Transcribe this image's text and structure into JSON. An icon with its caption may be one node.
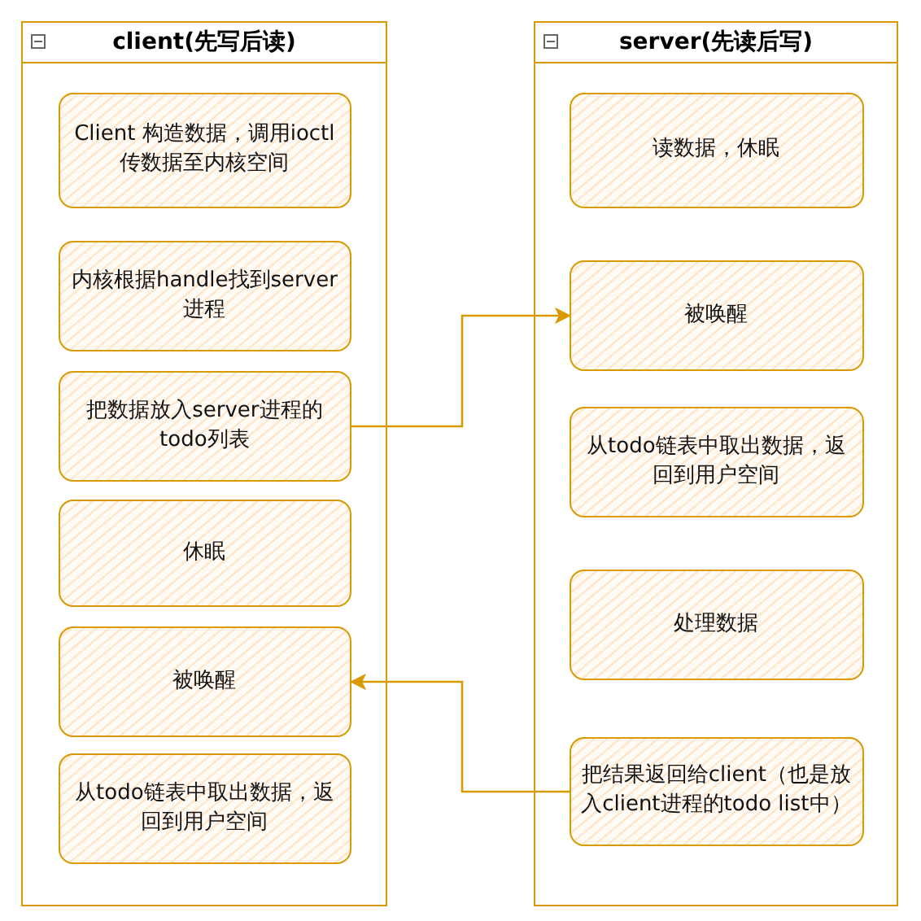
{
  "diagram": {
    "nodes": [
      {
        "text": [
          "client(先写后读)"
        ]
      },
      {
        "text": [
          "Client 构造数据，调用ioctl 传数据至内核空间"
        ],
        "in": 0
      },
      {
        "text": [
          "内核根据handle找到server进程"
        ],
        "in": 0
      },
      {
        "text": [
          "把数据放入server进程的todo列表"
        ],
        "in": 0
      },
      {
        "text": [
          "休眠"
        ],
        "in": 0
      },
      {
        "text": [
          "被唤醒"
        ],
        "in": 0
      },
      {
        "text": [
          "从todo链表中取出数据，返回到用户空间"
        ],
        "in": 0
      },
      {
        "text": [
          "server(先读后写)"
        ]
      },
      {
        "text": [
          "读数据，休眠"
        ],
        "in": 7
      },
      {
        "text": [
          "被唤醒"
        ],
        "in": 7
      },
      {
        "text": [
          "从todo链表中取出数据，返回到用户空间"
        ],
        "in": 7
      },
      {
        "text": [
          "处理数据"
        ],
        "in": 7
      },
      {
        "text": [
          "把结果返回给client（也是放入client进程的todo list中）"
        ],
        "in": 7
      }
    ],
    "edges": [
      {
        "from": 3,
        "to": 9,
        "arrow": "to"
      },
      {
        "from": 12,
        "to": 5,
        "arrow": "to"
      }
    ]
  }
}
